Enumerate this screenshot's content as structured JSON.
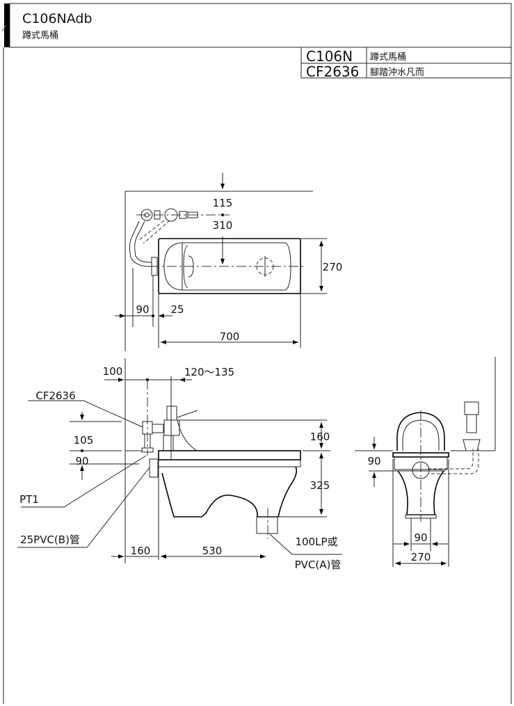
{
  "header": {
    "model": "C106NAdb",
    "subtitle": "蹲式馬桶"
  },
  "parts_table": [
    {
      "code": "C106N",
      "name": "蹲式馬桶"
    },
    {
      "code": "CF2636",
      "name": "腳踏沖水凡而"
    }
  ],
  "top_view": {
    "dim_115": "115",
    "dim_310": "310",
    "dim_270": "270",
    "dim_90": "90",
    "dim_25": "25",
    "dim_700": "700"
  },
  "side_view": {
    "dim_100": "100",
    "dim_120_135": "120～135",
    "dim_105": "105",
    "dim_90": "90",
    "dim_160_height": "160",
    "dim_325": "325",
    "dim_160_wall": "160",
    "dim_530": "530",
    "label_valve": "CF2636",
    "label_pt1": "PT1",
    "label_pvc_b": "25PVC(B)管",
    "label_lp": "100LP或",
    "label_pvc_a": "PVC(A)管"
  },
  "front_view": {
    "dim_90_height": "90",
    "dim_90_width": "90",
    "dim_270": "270"
  }
}
